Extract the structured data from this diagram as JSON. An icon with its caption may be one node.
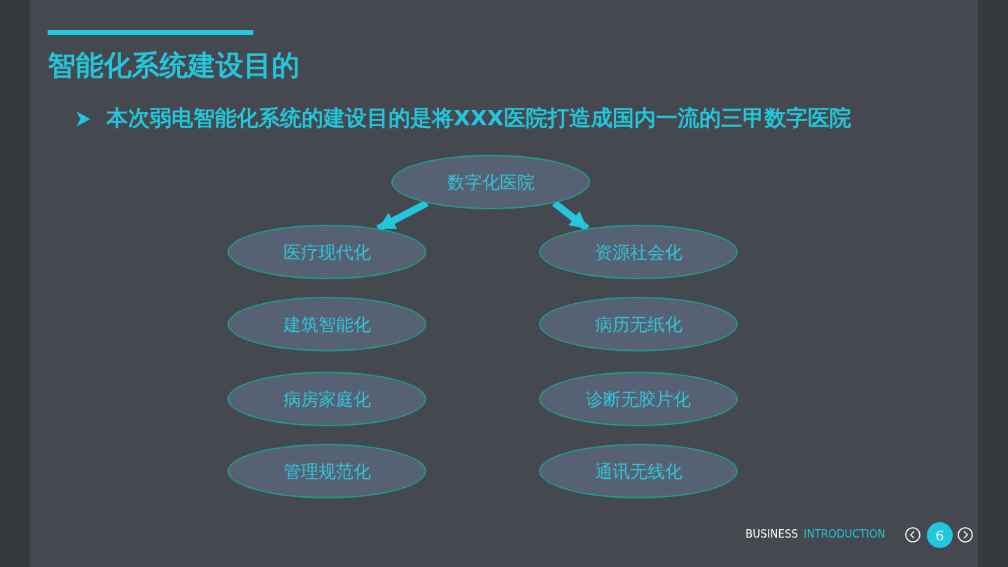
{
  "diagram": {
    "title": "智能化系统建设目的",
    "nodes": [
      {
        "text": [
          "数字化医院"
        ]
      },
      {
        "text": [
          "医疗现代化"
        ]
      },
      {
        "text": [
          "资源社会化"
        ]
      },
      {
        "text": [
          "建筑智能化"
        ]
      },
      {
        "text": [
          "病历无纸化"
        ]
      },
      {
        "text": [
          "病房家庭化"
        ]
      },
      {
        "text": [
          "诊断无胶片化"
        ]
      },
      {
        "text": [
          "管理规范化"
        ]
      },
      {
        "text": [
          "通讯无线化"
        ]
      }
    ],
    "edges": [
      {
        "from": 0,
        "to": 1,
        "arrow": "to"
      },
      {
        "from": 0,
        "to": 2,
        "arrow": "to"
      }
    ],
    "labels": [
      "本次弱电智能化系统的建设目的是将XXX医院打造成国内一流的三甲数字医院",
      "BUSINESS",
      "INTRODUCTION",
      "6"
    ]
  }
}
